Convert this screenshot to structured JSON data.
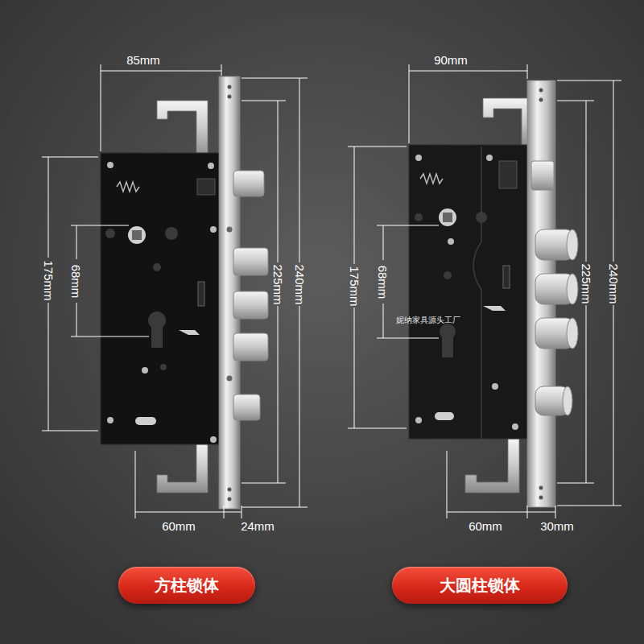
{
  "diagram": {
    "nodes": [
      {
        "text": [
          "方柱锁体"
        ]
      },
      {
        "text": [
          "大圆柱锁体"
        ]
      }
    ],
    "labels": [
      "85mm",
      "175mm",
      "68mm",
      "225mm",
      "240mm",
      "60mm",
      "24mm",
      "90mm",
      "175mm",
      "68mm",
      "225mm",
      "240mm",
      "60mm",
      "30mm",
      "妮纳家具源头工厂"
    ]
  }
}
